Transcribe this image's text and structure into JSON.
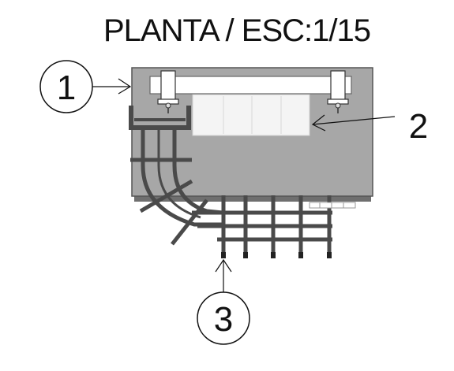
{
  "title": "PLANTA / ESC:1/15",
  "callouts": [
    {
      "label": "1"
    },
    {
      "label": "2"
    },
    {
      "label": "3"
    }
  ],
  "colors": {
    "box": "#a7a7a7",
    "box_shadow": "#6f6f6f",
    "tray": "#4a4a4a",
    "plate": "#ffffff",
    "line": "#1a1a1a"
  }
}
